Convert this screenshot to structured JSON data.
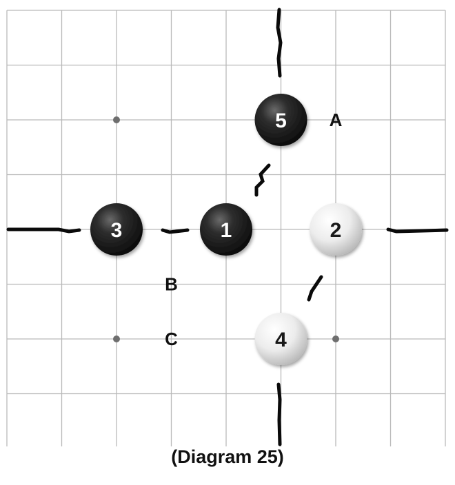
{
  "caption": "(Diagram 25)",
  "board": {
    "grid_columns": 8,
    "grid_rows": 8,
    "line_color": "#b9b9b9",
    "hoshi": [
      [
        2,
        2
      ],
      [
        2,
        6
      ],
      [
        6,
        6
      ]
    ]
  },
  "stones": [
    {
      "label": "1",
      "color": "black",
      "col": 4,
      "row": 4
    },
    {
      "label": "2",
      "color": "white",
      "col": 6,
      "row": 4
    },
    {
      "label": "3",
      "color": "black",
      "col": 2,
      "row": 4
    },
    {
      "label": "4",
      "color": "white",
      "col": 5,
      "row": 6
    },
    {
      "label": "5",
      "color": "black",
      "col": 5,
      "row": 2
    }
  ],
  "point_labels": [
    {
      "label": "A",
      "col": 6,
      "row": 2
    },
    {
      "label": "B",
      "col": 3,
      "row": 5
    },
    {
      "label": "C",
      "col": 3,
      "row": 6
    }
  ],
  "colors": {
    "black_stone": "#1c1c1c",
    "white_stone": "#f0f0f0",
    "border_line": "#0a0a0a"
  }
}
